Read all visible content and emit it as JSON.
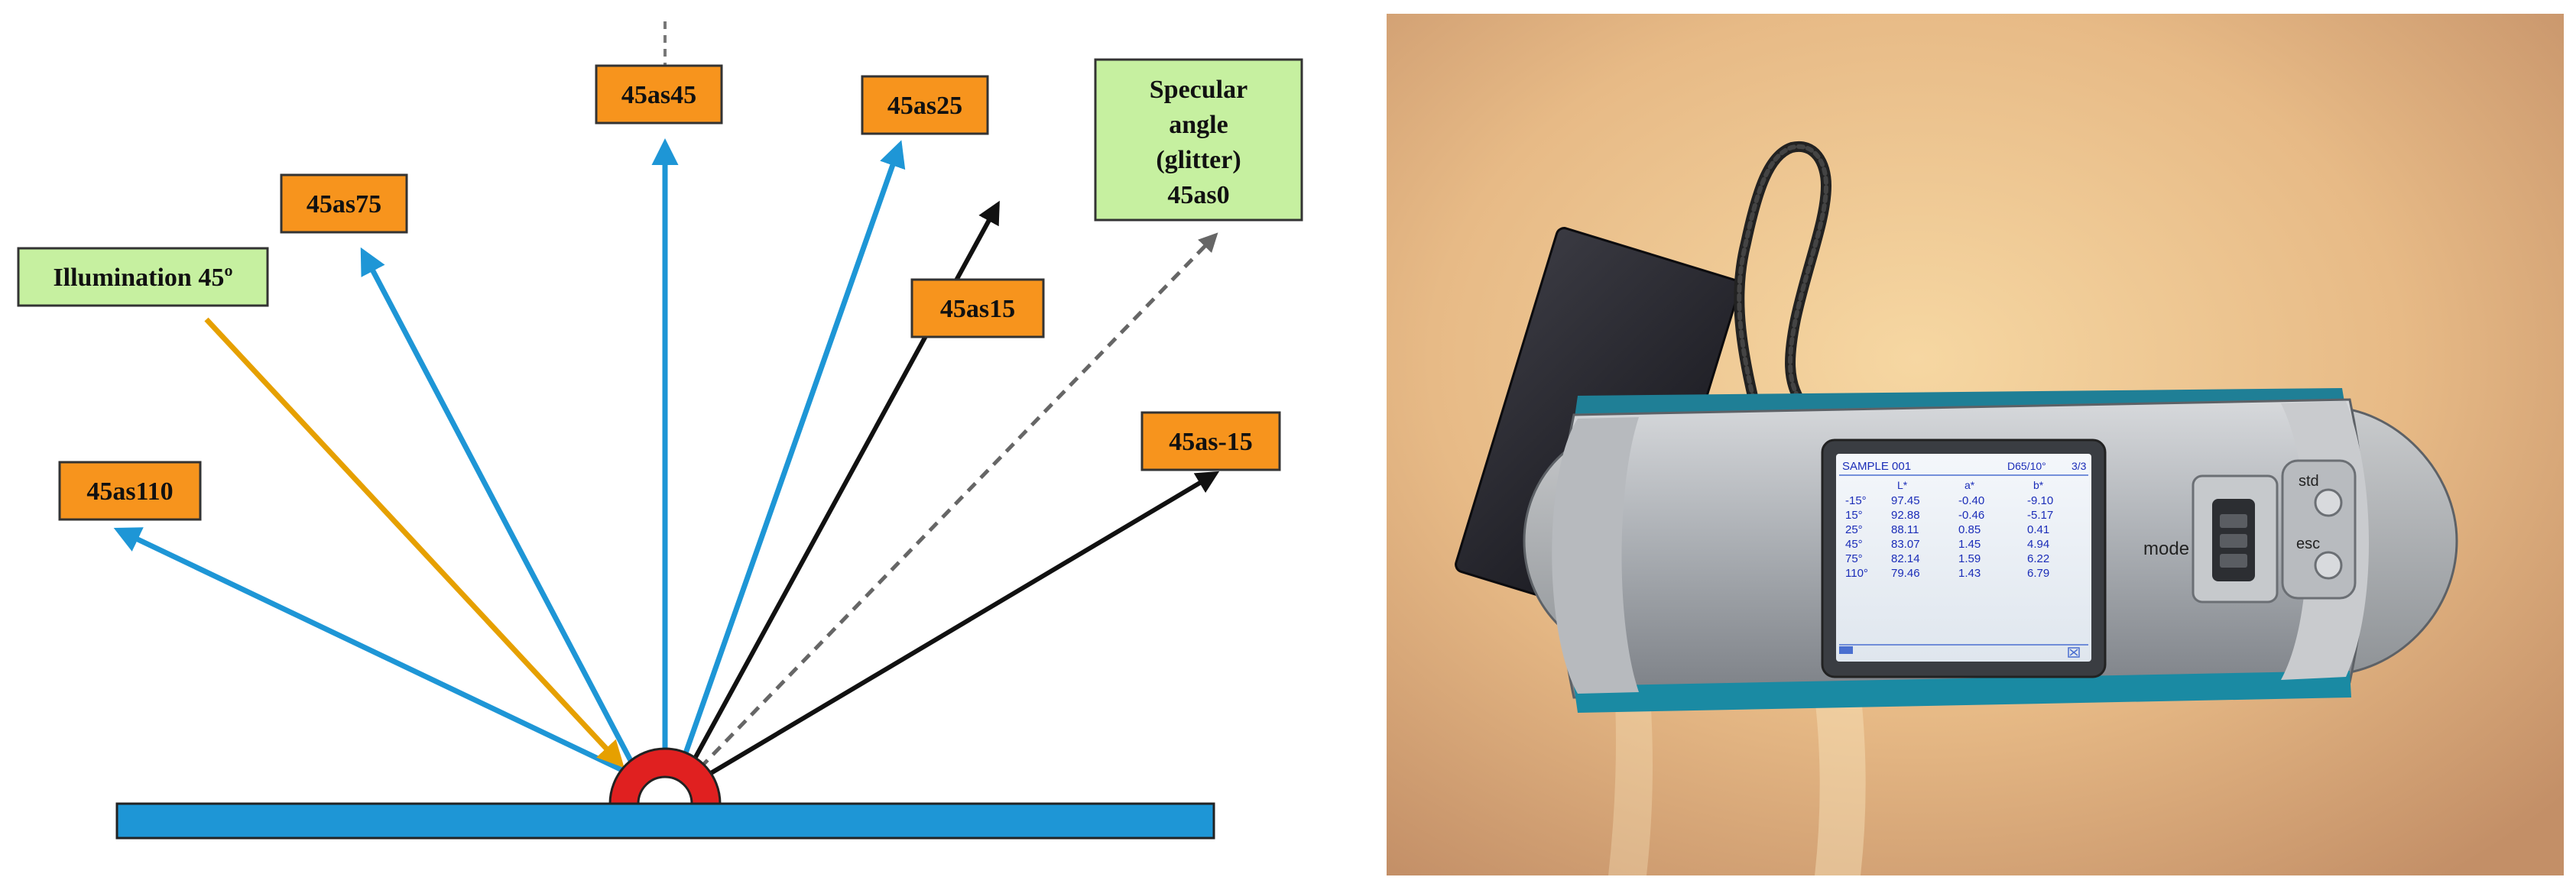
{
  "diagram": {
    "labels": {
      "illumination": "Illumination 45º",
      "as110": "45as110",
      "as75": "45as75",
      "as45": "45as45",
      "as25": "45as25",
      "as15": "45as15",
      "specular_line1": "Specular",
      "specular_line2": "angle",
      "specular_line3": "(glitter)",
      "specular_line4": "45as0",
      "as_minus15": "45as-15"
    },
    "colors": {
      "label_orange": "#f7941d",
      "label_green": "#c6f0a0",
      "arrow_blue": "#1e96d6",
      "arrow_orange": "#e6a000",
      "arrow_black": "#111111",
      "surface_blue": "#1e96d6",
      "hemisphere_red": "#e02020"
    }
  },
  "photo": {
    "device": {
      "screen": {
        "sample": "SAMPLE 001",
        "illuminant": "D65/10°",
        "page": "3/3",
        "headers": [
          "L*",
          "a*",
          "b*"
        ],
        "rows": [
          {
            "angle": "-15°",
            "L": "97.45",
            "a": "-0.40",
            "b": "-9.10"
          },
          {
            "angle": "15°",
            "L": "92.88",
            "a": "-0.46",
            "b": "-5.17"
          },
          {
            "angle": "25°",
            "L": "88.11",
            "a": "0.85",
            "b": "0.41"
          },
          {
            "angle": "45°",
            "L": "83.07",
            "a": "1.45",
            "b": "4.94"
          },
          {
            "angle": "75°",
            "L": "82.14",
            "a": "1.59",
            "b": "6.22"
          },
          {
            "angle": "110°",
            "L": "79.46",
            "a": "1.43",
            "b": "6.79"
          }
        ]
      },
      "mode_label": "mode",
      "std_label": "std",
      "esc_label": "esc"
    }
  }
}
